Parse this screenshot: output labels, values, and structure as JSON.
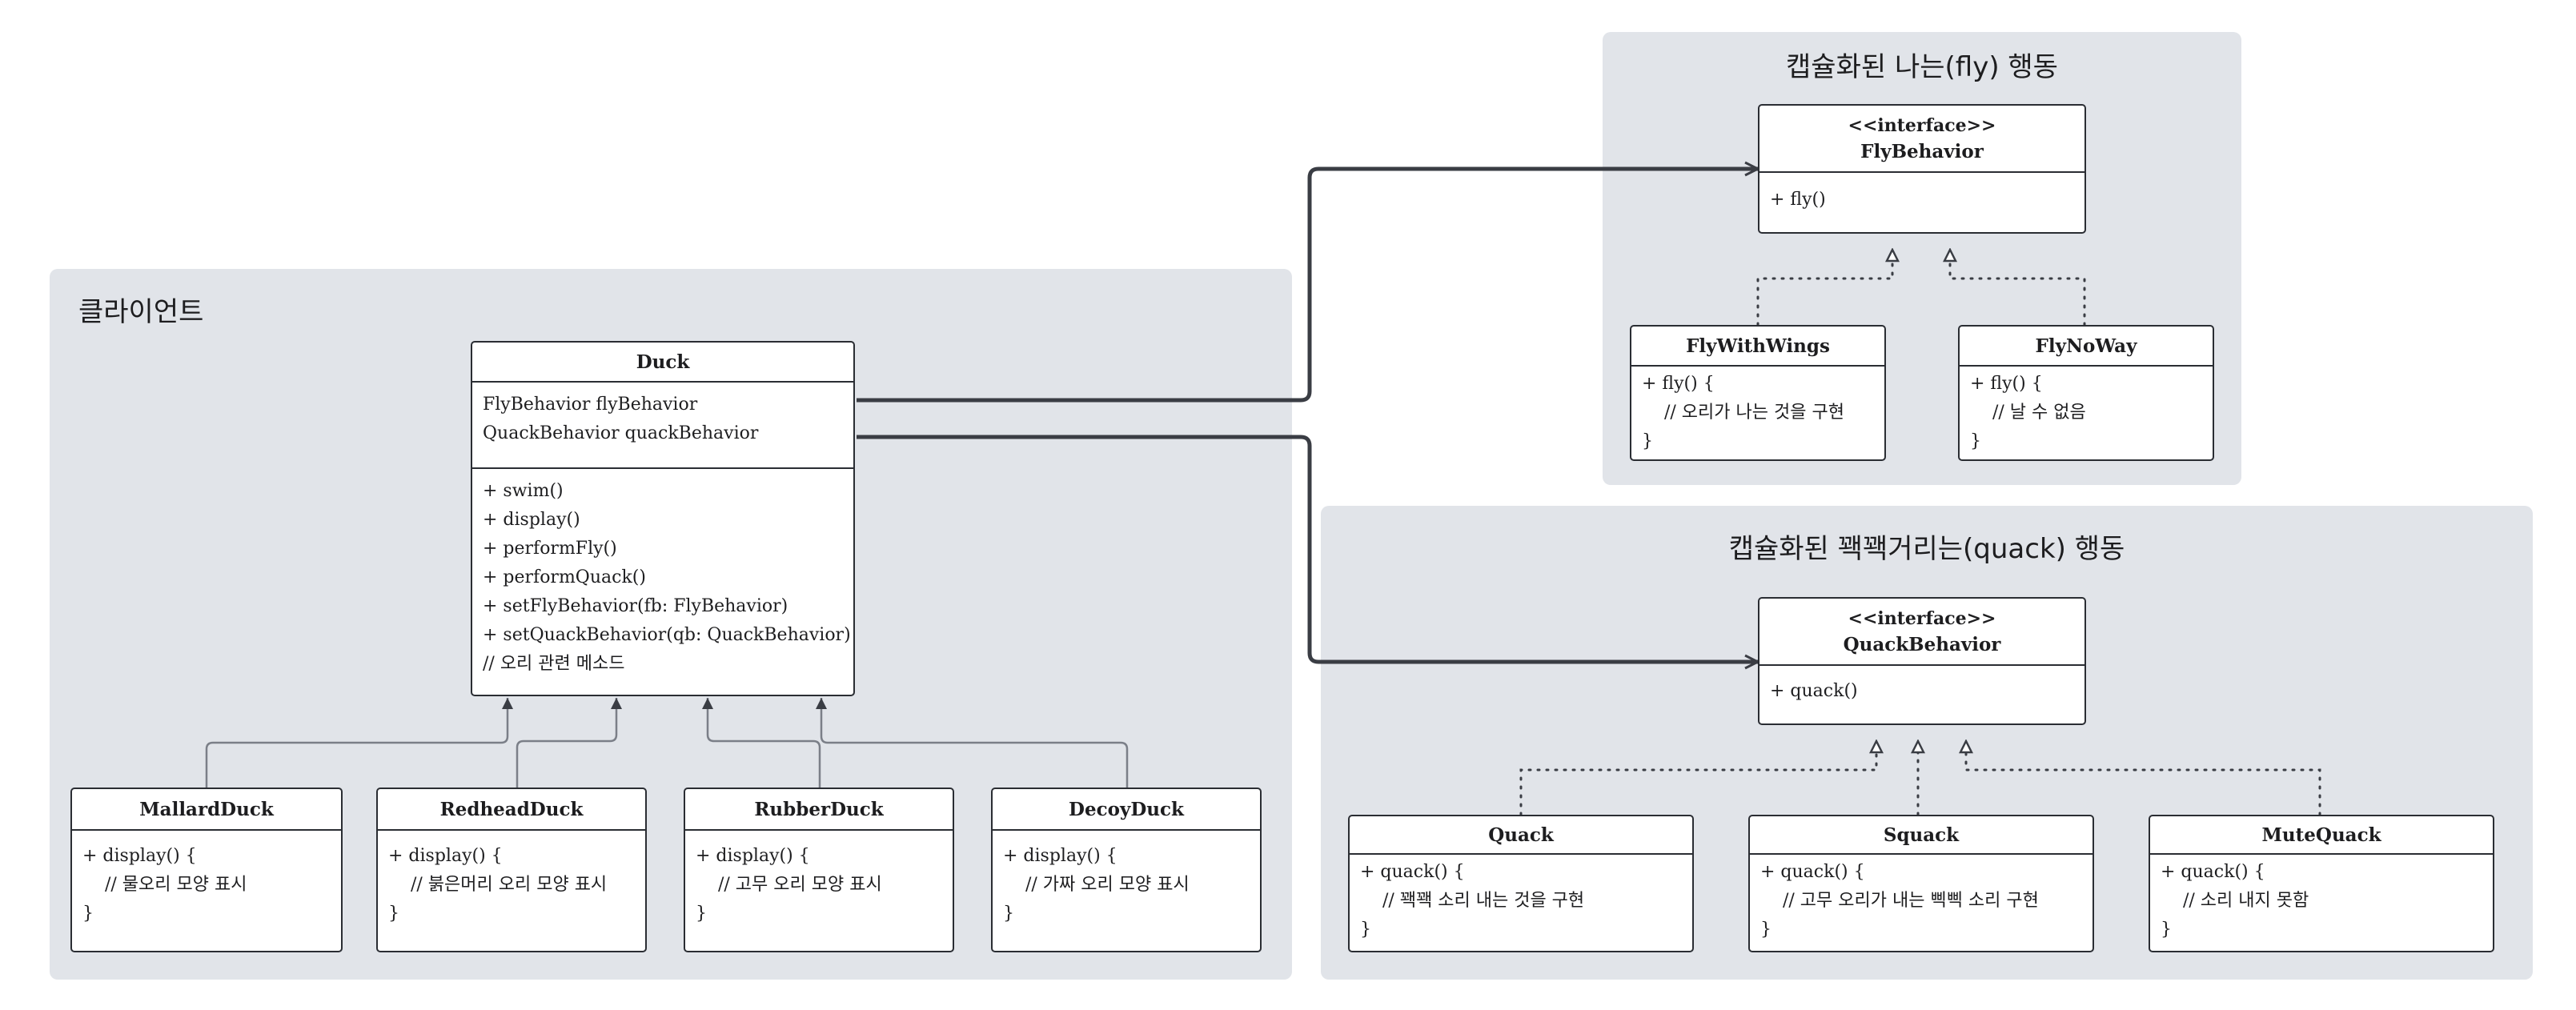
{
  "regions": {
    "client": {
      "title": "클라이언트"
    },
    "fly": {
      "title": "캡슐화된 나는(fly) 행동"
    },
    "quack": {
      "title": "캡슐화된 꽥꽥거리는(quack) 행동"
    }
  },
  "classes": {
    "duck": {
      "name": "Duck",
      "attributes": [
        "FlyBehavior flyBehavior",
        "QuackBehavior quackBehavior"
      ],
      "methods": [
        "+ swim()",
        "+ display()",
        "+ performFly()",
        "+ performQuack()",
        "+ setFlyBehavior(fb: FlyBehavior)",
        "+ setQuackBehavior(qb: QuackBehavior)",
        "// 오리 관련 메소드"
      ]
    },
    "mallard": {
      "name": "MallardDuck",
      "body": [
        "+ display() {",
        "    // 물오리 모양 표시",
        "}"
      ]
    },
    "redhead": {
      "name": "RedheadDuck",
      "body": [
        "+ display() {",
        "    // 붉은머리 오리 모양 표시",
        "}"
      ]
    },
    "rubber": {
      "name": "RubberDuck",
      "body": [
        "+ display() {",
        "    // 고무 오리 모양 표시",
        "}"
      ]
    },
    "decoy": {
      "name": "DecoyDuck",
      "body": [
        "+ display() {",
        "    // 가짜 오리 모양 표시",
        "}"
      ]
    },
    "flyBehavior": {
      "stereotype": "<<interface>>",
      "name": "FlyBehavior",
      "methods": [
        "+ fly()"
      ]
    },
    "flyWithWings": {
      "name": "FlyWithWings",
      "body": [
        "+ fly() {",
        "    // 오리가 나는 것을 구현",
        "}"
      ]
    },
    "flyNoWay": {
      "name": "FlyNoWay",
      "body": [
        "+ fly() {",
        "    // 날 수 없음",
        "}"
      ]
    },
    "quackBehavior": {
      "stereotype": "<<interface>>",
      "name": "QuackBehavior",
      "methods": [
        "+ quack()"
      ]
    },
    "quack": {
      "name": "Quack",
      "body": [
        "+ quack() {",
        "    // 꽥꽥 소리 내는 것을 구현",
        "}"
      ]
    },
    "squeak": {
      "name": "Squack",
      "body": [
        "+ quack() {",
        "    // 고무 오리가 내는 삑삑 소리 구현",
        "}"
      ]
    },
    "muteQuack": {
      "name": "MuteQuack",
      "body": [
        "+ quack() {",
        "    // 소리 내지 못함",
        "}"
      ]
    }
  },
  "colors": {
    "region_bg": "#e1e4e9",
    "line": "#3a3d44",
    "border": "#2a2d33"
  }
}
